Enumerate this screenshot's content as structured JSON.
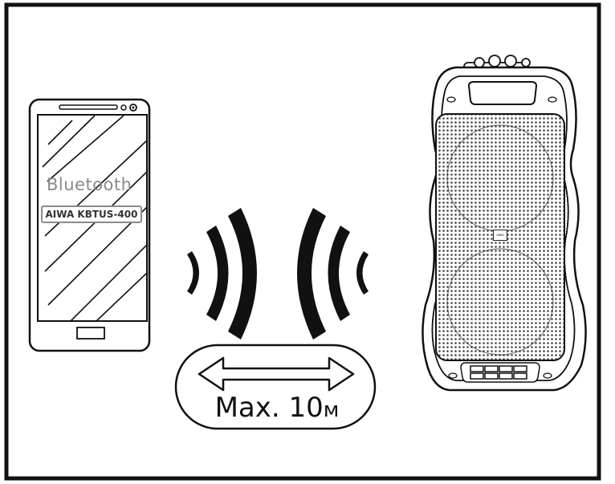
{
  "phone": {
    "screen_title": "Bluetooth",
    "device_name": "AIWA KBTUS-400"
  },
  "range": {
    "value_label": "Max. 10",
    "unit": "м"
  },
  "speaker": {
    "brand_badge": "aiwa"
  },
  "colors": {
    "outline": "#111111",
    "muted_text": "#8a8a8a",
    "grille_dot": "#555555"
  }
}
